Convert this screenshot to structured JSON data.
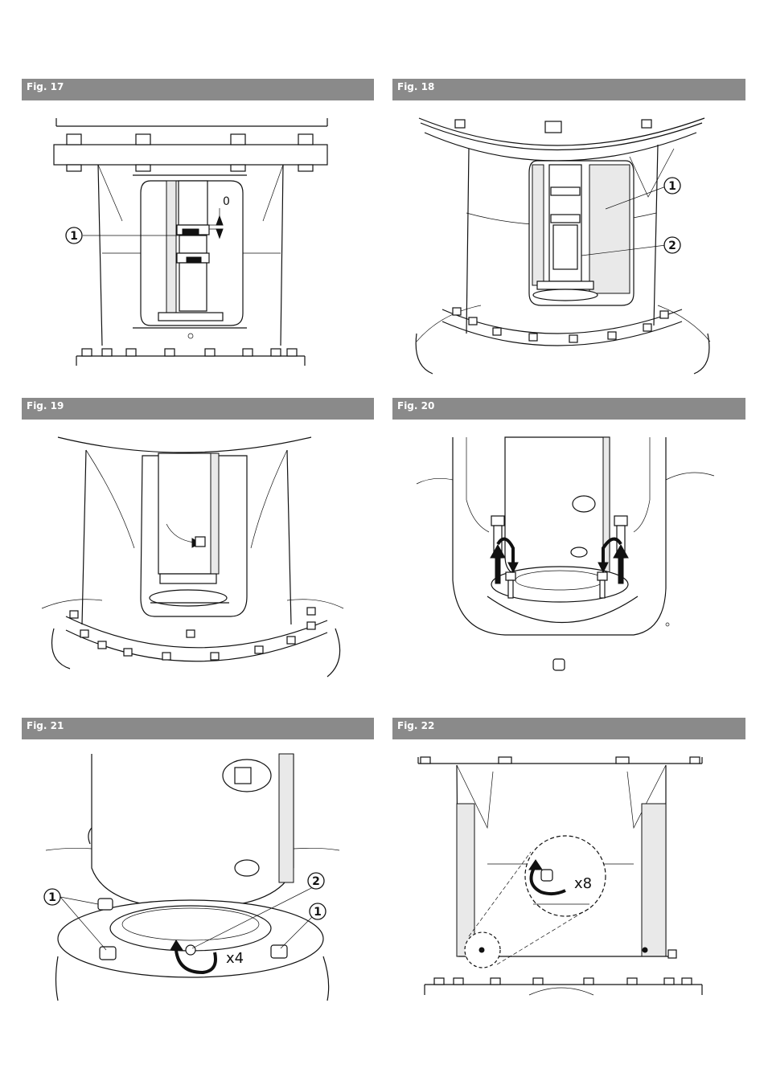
{
  "figures": [
    {
      "id": "fig17",
      "label": "Fig. 17",
      "callouts": [
        "1"
      ],
      "annotations": [
        "0"
      ]
    },
    {
      "id": "fig18",
      "label": "Fig. 18",
      "callouts": [
        "1",
        "2"
      ],
      "annotations": []
    },
    {
      "id": "fig19",
      "label": "Fig. 19",
      "callouts": [],
      "annotations": []
    },
    {
      "id": "fig20",
      "label": "Fig. 20",
      "callouts": [],
      "annotations": []
    },
    {
      "id": "fig21",
      "label": "Fig. 21",
      "callouts": [
        "1",
        "2",
        "1"
      ],
      "annotations": [
        "x4"
      ]
    },
    {
      "id": "fig22",
      "label": "Fig. 22",
      "callouts": [],
      "annotations": [
        "x8"
      ]
    }
  ]
}
